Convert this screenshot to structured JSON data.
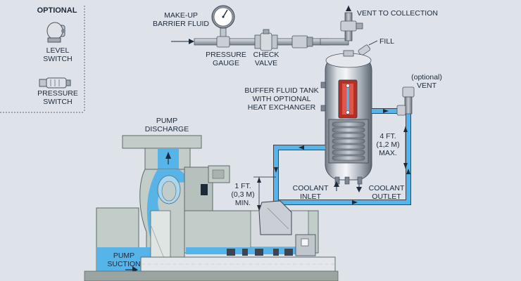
{
  "optional_box": {
    "title": "OPTIONAL",
    "level_switch": "LEVEL\nSWITCH",
    "pressure_switch": "PRESSURE\nSWITCH"
  },
  "labels": {
    "makeup_barrier_fluid": "MAKE-UP\nBARRIER FLUID",
    "pressure_gauge": "PRESSURE\nGAUGE",
    "check_valve": "CHECK\nVALVE",
    "vent_to_collection": "VENT TO COLLECTION",
    "fill": "FILL",
    "optional_vent": "(optional)\nVENT",
    "buffer_fluid_tank": "BUFFER FLUID TANK\nWITH OPTIONAL\nHEAT EXCHANGER",
    "pump_discharge": "PUMP\nDISCHARGE",
    "four_ft": "4 FT.\n(1,2 M)\nMAX.",
    "one_ft": "1 FT.\n(0,3 M)\nMIN.",
    "coolant_inlet": "COOLANT\nINLET",
    "coolant_outlet": "COOLANT\nOUTLET",
    "pump_suction": "PUMP\nSUCTION"
  },
  "colors": {
    "background": "#dde3e8",
    "pump_body": "#c2ccc9",
    "pump_outline": "#5d6a6a",
    "fluid_blue": "#56b4e9",
    "fluid_light": "#a9d7f2",
    "pipe_grey": "#b9c0c6",
    "pipe_outline": "#4b5563",
    "tank_light": "#e9edf1",
    "tank_dark": "#7c8590",
    "sight_glass": "#d93a2b",
    "line_dark": "#1d2a3a"
  }
}
